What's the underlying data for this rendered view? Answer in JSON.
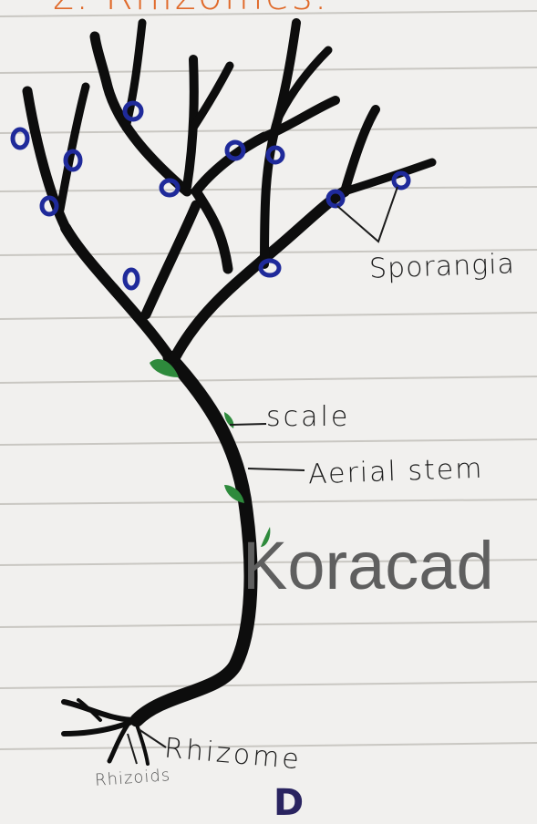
{
  "heading_fragment": "z. Rhizomes.",
  "bottom_fragment": "D",
  "labels": {
    "sporangia": "Sporangia",
    "scale": "scale",
    "aerial_stem": "Aerial stem",
    "rhizome": "Rhizome",
    "rhizoids": "Rhizoids"
  },
  "watermark": "Koracad",
  "colors": {
    "paper": "#f1f0ee",
    "ruling": "#c9c7c2",
    "stem": "#0d0d0d",
    "sporangium": "#1f2a9a",
    "scale": "#2e8a3c",
    "heading": "#e06a2a"
  }
}
